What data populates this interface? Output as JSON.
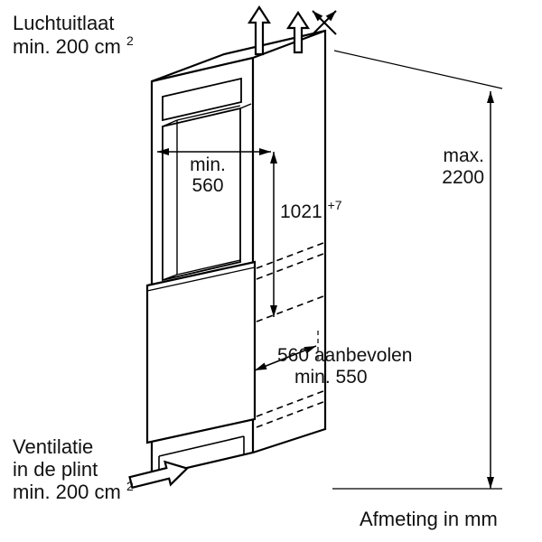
{
  "diagram": {
    "air_outlet": {
      "line1": "Luchtuitlaat",
      "line2_base": "min. 200 cm",
      "line2_sup": "2"
    },
    "niche_width": {
      "line1": "min.",
      "line2": "560"
    },
    "niche_height": {
      "base": "1021",
      "sup": "+7"
    },
    "max_height": {
      "line1": "max.",
      "line2": "2200"
    },
    "depth": {
      "line1": "560 aanbevolen",
      "line2": "min. 550"
    },
    "plinth_vent": {
      "line1": "Ventilatie",
      "line2": "in de plint",
      "line3_base": "min. 200 cm",
      "line3_sup": "2"
    },
    "units": "Afmeting in mm",
    "colors": {
      "line": "#000000",
      "text": "#111111",
      "background": "#ffffff"
    }
  }
}
